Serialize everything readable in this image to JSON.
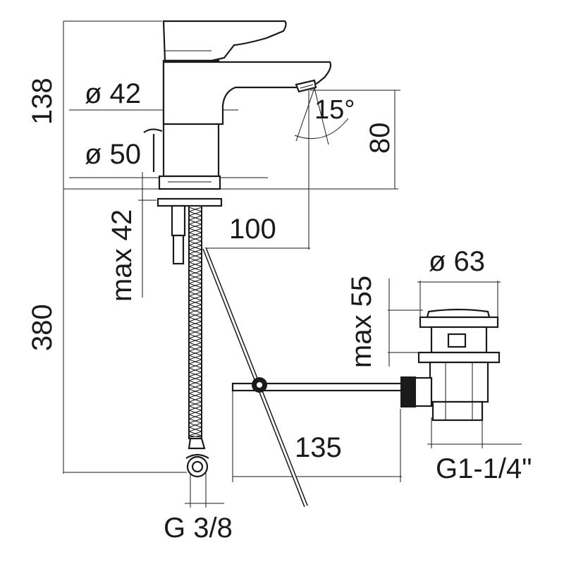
{
  "dimensions": {
    "overall_height_top": "138",
    "spout_dia": "ø 42",
    "base_dia": "ø 50",
    "spout_height": "80",
    "spray_angle": "15°",
    "max_deck_thickness": "max 42",
    "spout_reach": "100",
    "supply_hose_length": "380",
    "waste_dia": "ø 63",
    "max_basin_thickness": "max 55",
    "rod_length": "135",
    "supply_thread": "G 3/8",
    "waste_thread": "G1-1/4\""
  }
}
